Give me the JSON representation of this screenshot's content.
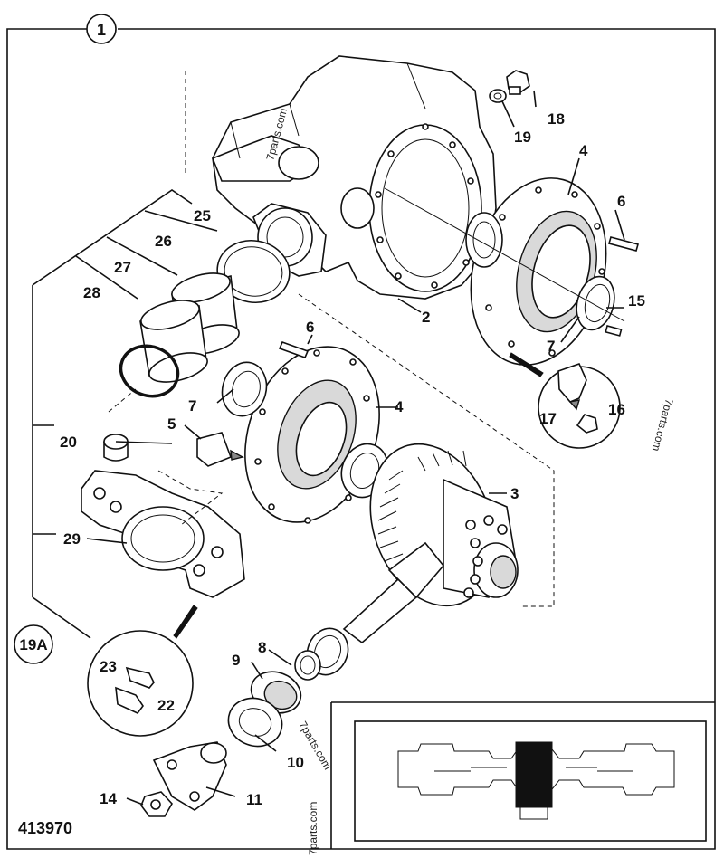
{
  "diagram": {
    "assembly_label": "1",
    "group_label": "19A",
    "drawing_number": "413970",
    "watermarks": [
      "7parts.com",
      "7parts.com",
      "7parts.com",
      "7parts.com"
    ],
    "callouts": [
      {
        "id": "18",
        "text": "18"
      },
      {
        "id": "19",
        "text": "19"
      },
      {
        "id": "4a",
        "text": "4"
      },
      {
        "id": "6a",
        "text": "6"
      },
      {
        "id": "25",
        "text": "25"
      },
      {
        "id": "26",
        "text": "26"
      },
      {
        "id": "27",
        "text": "27"
      },
      {
        "id": "28",
        "text": "28"
      },
      {
        "id": "2",
        "text": "2"
      },
      {
        "id": "15",
        "text": "15"
      },
      {
        "id": "7a",
        "text": "7"
      },
      {
        "id": "6b",
        "text": "6"
      },
      {
        "id": "4b",
        "text": "4"
      },
      {
        "id": "7b",
        "text": "7"
      },
      {
        "id": "17",
        "text": "17"
      },
      {
        "id": "16",
        "text": "16"
      },
      {
        "id": "5",
        "text": "5"
      },
      {
        "id": "20",
        "text": "20"
      },
      {
        "id": "3",
        "text": "3"
      },
      {
        "id": "29",
        "text": "29"
      },
      {
        "id": "8",
        "text": "8"
      },
      {
        "id": "9",
        "text": "9"
      },
      {
        "id": "23",
        "text": "23"
      },
      {
        "id": "22",
        "text": "22"
      },
      {
        "id": "10",
        "text": "10"
      },
      {
        "id": "14",
        "text": "14"
      },
      {
        "id": "11",
        "text": "11"
      }
    ]
  }
}
